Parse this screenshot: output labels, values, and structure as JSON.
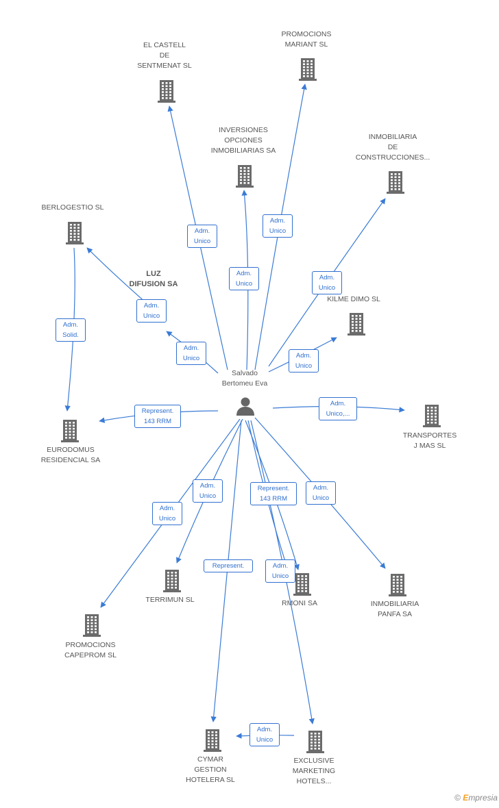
{
  "center": {
    "name": "Salvado\nBertomeu Eva"
  },
  "companies": [
    {
      "id": "castell",
      "name": "EL CASTELL\nDE\nSENTMENAT SL"
    },
    {
      "id": "mariant",
      "name": "PROMOCIONS\nMARIANT SL"
    },
    {
      "id": "inversiones",
      "name": "INVERSIONES\nOPCIONES\nINMOBILIARIAS SA"
    },
    {
      "id": "construcciones",
      "name": "INMOBILIARIA\nDE\nCONSTRUCCIONES..."
    },
    {
      "id": "berlogestio",
      "name": "BERLOGESTIO SL"
    },
    {
      "id": "luz",
      "name": "LUZ\nDIFUSION SA"
    },
    {
      "id": "kilme",
      "name": "KILME DIMO SL"
    },
    {
      "id": "eurodomus",
      "name": "EURODOMUS\nRESIDENCIAL SA"
    },
    {
      "id": "transportes",
      "name": "TRANSPORTES\nJ MAS SL"
    },
    {
      "id": "terrimun",
      "name": "TERRIMUN SL"
    },
    {
      "id": "rmoni",
      "name": "RMONI SA"
    },
    {
      "id": "panfa",
      "name": "INMOBILIARIA\nPANFA SA"
    },
    {
      "id": "capeprom",
      "name": "PROMOCIONS\nCAPEPROM SL"
    },
    {
      "id": "cymar",
      "name": "CYMAR\nGESTION\nHOTELERA SL"
    },
    {
      "id": "exclusive",
      "name": "EXCLUSIVE\nMARKETING\nHOTELS..."
    }
  ],
  "relations": [
    {
      "from": "center",
      "to": "castell",
      "label": "Adm.\nUnico"
    },
    {
      "from": "center",
      "to": "mariant",
      "label": "Adm.\nUnico"
    },
    {
      "from": "center",
      "to": "inversiones",
      "label": "Adm.\nUnico"
    },
    {
      "from": "center",
      "to": "construcciones",
      "label": "Adm.\nUnico"
    },
    {
      "from": "luz",
      "to": "berlogestio",
      "label": "Adm.\nUnico"
    },
    {
      "from": "center",
      "to": "luz",
      "label": "Adm.\nUnico"
    },
    {
      "from": "center",
      "to": "kilme",
      "label": "Adm.\nUnico"
    },
    {
      "from": "berlogestio",
      "to": "eurodomus",
      "label": "Adm.\nSolid."
    },
    {
      "from": "center",
      "to": "eurodomus",
      "label": "Represent.\n143 RRM"
    },
    {
      "from": "center",
      "to": "transportes",
      "label": "Adm.\nUnico,..."
    },
    {
      "from": "center",
      "to": "capeprom",
      "label": "Adm.\nUnico"
    },
    {
      "from": "center",
      "to": "terrimun",
      "label": "Adm.\nUnico"
    },
    {
      "from": "center",
      "to": "cymar",
      "label": "Represent."
    },
    {
      "from": "center",
      "to": "rmoni",
      "label": "Represent.\n143 RRM"
    },
    {
      "from": "center",
      "to": "rmoni",
      "label": "Adm.\nUnico"
    },
    {
      "from": "center",
      "to": "panfa",
      "label": "Adm.\nUnico"
    },
    {
      "from": "center",
      "to": "exclusive",
      "label": ""
    },
    {
      "from": "exclusive",
      "to": "cymar",
      "label": "Adm.\nUnico"
    }
  ],
  "colors": {
    "edge": "#3a7bd5",
    "building": "#6b6b6b",
    "text": "#555555"
  },
  "credit": {
    "symbol": "©",
    "brand_first": "E",
    "brand_rest": "mpresia"
  }
}
